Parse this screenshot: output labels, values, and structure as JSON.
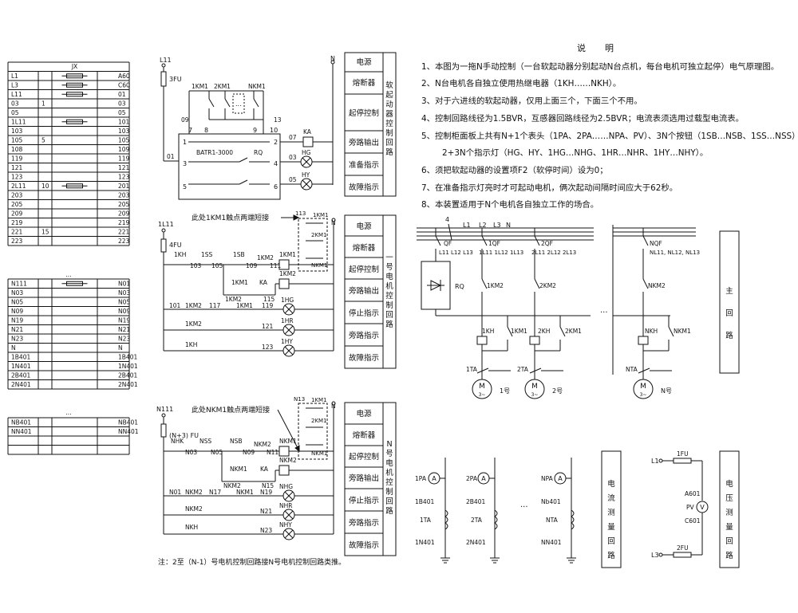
{
  "terminal_table": {
    "header": "JX",
    "rows": [
      [
        "L1",
        "",
        "fuse",
        "A60"
      ],
      [
        "L3",
        "",
        "fuse",
        "C60"
      ],
      [
        "L11",
        "",
        "fuse",
        "01"
      ],
      [
        "03",
        "1",
        "",
        "03"
      ],
      [
        "05",
        "",
        "",
        "05"
      ],
      [
        "1L11",
        "",
        "fuse",
        "101"
      ],
      [
        "103",
        "",
        "",
        "103"
      ],
      [
        "105",
        "5",
        "",
        "105"
      ],
      [
        "108",
        "",
        "",
        "109"
      ],
      [
        "119",
        "",
        "",
        "119"
      ],
      [
        "121",
        "",
        "",
        "121"
      ],
      [
        "123",
        "",
        "",
        "123"
      ],
      [
        "2L11",
        "10",
        "fuse",
        "201"
      ],
      [
        "203",
        "",
        "",
        "203"
      ],
      [
        "205",
        "",
        "",
        "205"
      ],
      [
        "209",
        "",
        "",
        "209"
      ],
      [
        "219",
        "",
        "",
        "219"
      ],
      [
        "221",
        "15",
        "",
        "221"
      ],
      [
        "223",
        "",
        "",
        "223"
      ]
    ],
    "ellipsis": "...",
    "rows2": [
      [
        "N111",
        "",
        "fuse",
        "N01"
      ],
      [
        "N03",
        "",
        "",
        "N03"
      ],
      [
        "N05",
        "",
        "",
        "N05"
      ],
      [
        "N09",
        "",
        "",
        "N09"
      ],
      [
        "N19",
        "",
        "",
        "N19"
      ],
      [
        "N21",
        "",
        "",
        "N21"
      ],
      [
        "N23",
        "",
        "",
        "N23"
      ],
      [
        "N",
        "",
        "",
        "N"
      ],
      [
        "1B401",
        "",
        "",
        "1B401"
      ],
      [
        "1N401",
        "",
        "",
        "1N401"
      ],
      [
        "2B401",
        "",
        "",
        "2B401"
      ],
      [
        "2N401",
        "",
        "",
        "2N401"
      ]
    ],
    "rows3": [
      [
        "NB401",
        "",
        "",
        "NB401"
      ],
      [
        "NN401",
        "",
        "",
        "NN401"
      ],
      [
        "",
        "",
        "",
        ""
      ],
      [
        "",
        "",
        "",
        ""
      ]
    ]
  },
  "notes": {
    "title": "说明",
    "lines": [
      "1、本图为一拖N手动控制（一台软起动器分别起动N台点机，每台电机可独立起停）电气原理图。",
      "2、N台电机各自独立使用热继电器（1KH……NKH）。",
      "3、对于六进线的软起动器，仅用上面三个，下面三个不用。",
      "4、控制回路线径为1.5BVR，互感器回路线径为2.5BVR；电流表须选用过载型电流表。",
      "5、控制柜面板上共有N+1个表头（1PA、2PA……NPA、PV）、3N个按钮（1SB…NSB、1SS…NSS）和",
      "2+3N个指示灯（HG、HY、1HG…NHG、1HR…NHR、1HY…NHY）。",
      "6、须把软起动器的设置项F2（软停时间）设为0；",
      "7、在准备指示灯亮时才可起动电机，俩次起动间隔时间应大于62秒。",
      "8、本装置适用于N个电机各自独立工作的场合。"
    ]
  },
  "softstarter": {
    "supply": "L11",
    "fuse": "3FU",
    "neutral": "N",
    "model": "BATR1-3000",
    "rq": "RQ",
    "contacts": [
      "1KM1",
      "2KM1",
      "NKM1"
    ],
    "terminals": [
      "09",
      "7",
      "8",
      "9",
      "10",
      "13",
      "1",
      "2",
      "3",
      "4",
      "5",
      "6",
      "01",
      "07",
      "03",
      "05"
    ],
    "relay": "KA",
    "lamps": [
      "HG",
      "HY"
    ],
    "functions": [
      "电源",
      "熔断器",
      "起停控制",
      "旁路输出",
      "准备指示",
      "故障指示"
    ],
    "title": "软起动器控制回路"
  },
  "motor1": {
    "supply": "1L11",
    "fuse": "4FU",
    "note": "此处1KM1触点两端短接",
    "labels": [
      "1KH",
      "1SS",
      "1SB",
      "103",
      "105",
      "109",
      "111",
      "1KM2",
      "1KM1",
      "KA",
      "115",
      "113",
      "2KM1",
      "NKM1",
      "101",
      "117",
      "119",
      "121",
      "123",
      "1HG",
      "1HR",
      "1HY",
      "N"
    ],
    "functions": [
      "电源",
      "熔断器",
      "起停控制",
      "旁路输出",
      "停止指示",
      "旁路指示",
      "故障指示"
    ],
    "title": "一号电机控制回路"
  },
  "motorN": {
    "supply": "N111",
    "fuse": "(N+3) FU",
    "note": "此处NKM1触点两端短接",
    "labels": [
      "NHK",
      "NSS",
      "NSB",
      "N03",
      "N05",
      "N09",
      "N11",
      "NKM2",
      "NKM1",
      "KA",
      "N15",
      "N13",
      "1KM1",
      "2KM1",
      "N01",
      "N17",
      "N19",
      "N21",
      "N23",
      "NHG",
      "NHR",
      "NHY",
      "NKH"
    ],
    "functions": [
      "电源",
      "熔断器",
      "起停控制",
      "旁路输出",
      "停止指示",
      "旁路指示",
      "故障指示"
    ],
    "title": "N号电机控制回路"
  },
  "footnote": "注：2至（N-1）号电机控制回路接N号电机控制回路类推。",
  "main_circuit": {
    "bus": [
      "4",
      "L1",
      "L2",
      "L3",
      "N"
    ],
    "breakers": [
      "QF",
      "1QF",
      "2QF",
      "NQF"
    ],
    "breaker_lines": [
      "L11 L12 L13",
      "1L11 1L12 1L13",
      "2L11 2L12 2L13",
      "NL11, NL12, NL13"
    ],
    "rq": "RQ",
    "contactors": [
      "1KM2",
      "2KM2",
      "NKM2",
      "1KH",
      "1KM1",
      "2KH",
      "2KM1",
      "NKH",
      "NKM1"
    ],
    "ct": [
      "1TA",
      "2TA",
      "NTA"
    ],
    "motors": [
      "1号",
      "2号",
      "N号"
    ],
    "motor_symbol": "M",
    "motor_sub": "3~",
    "ellipsis": "...",
    "title": "主回路"
  },
  "current_meas": {
    "meters": [
      [
        "1PA",
        "1B401",
        "1TA",
        "1N401"
      ],
      [
        "2PA",
        "2B401",
        "2TA",
        "2N401"
      ],
      [
        "NPA",
        "Nb401",
        "NTA",
        "NN401"
      ]
    ],
    "symbol": "A",
    "title": "电流测量回路"
  },
  "voltage_meas": {
    "labels": [
      "L1",
      "1FU",
      "A601",
      "PV",
      "C601",
      "2FU",
      "L3"
    ],
    "symbol": "V",
    "title": "电压测量回路"
  }
}
